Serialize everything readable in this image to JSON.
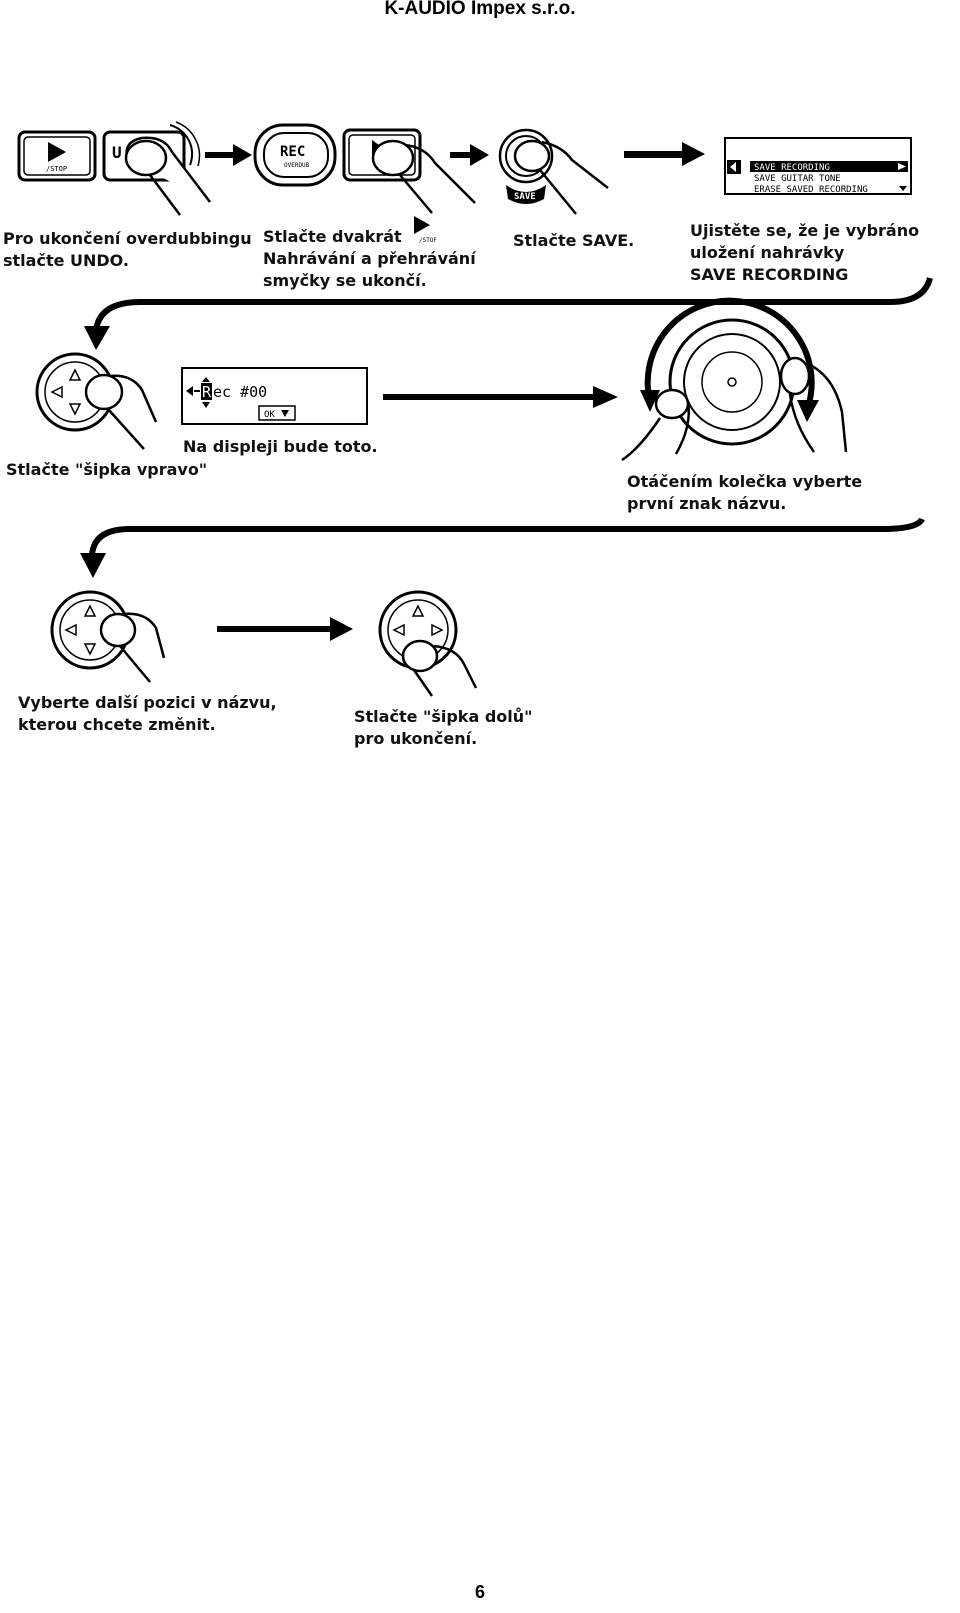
{
  "header": {
    "title": "K-AUDIO Impex s.r.o."
  },
  "step1": {
    "line1": "Pro ukončení overdubbingu",
    "line2": "stlačte UNDO."
  },
  "step2": {
    "line1": "Stlačte dvakrát",
    "line2": "Nahrávání a přehrávání",
    "line3": "smyčky se ukončí."
  },
  "step3": {
    "line1": "Stlačte SAVE."
  },
  "step4": {
    "line1": "Ujistěte se, že je vybráno",
    "line2": "uložení nahrávky",
    "line3": "SAVE RECORDING"
  },
  "step5": {
    "line1": "Stlačte \"šipka vpravo\""
  },
  "step6": {
    "line1": "Na displeji bude toto."
  },
  "step7": {
    "line1": "Otáčením kolečka vyberte",
    "line2": "první znak názvu."
  },
  "step8": {
    "line1": "Vyberte další pozici v názvu,",
    "line2": "kterou chcete změnit."
  },
  "step9": {
    "line1": "Stlačte \"šipka dolů\"",
    "line2": "pro ukončení."
  },
  "buttons": {
    "play_label": "/STOP",
    "undo_label": "U",
    "rec_label": "REC",
    "overdub_label": "OVERDUB",
    "save_label": "SAVE"
  },
  "menu_display": {
    "items": [
      "SAVE RECORDING",
      "SAVE GUITAR TONE",
      "ERASE SAVED RECORDING"
    ]
  },
  "name_display": {
    "first_char": "R",
    "rest": "ec #00",
    "ok_label": "OK"
  },
  "footer": {
    "page_number": "6"
  }
}
